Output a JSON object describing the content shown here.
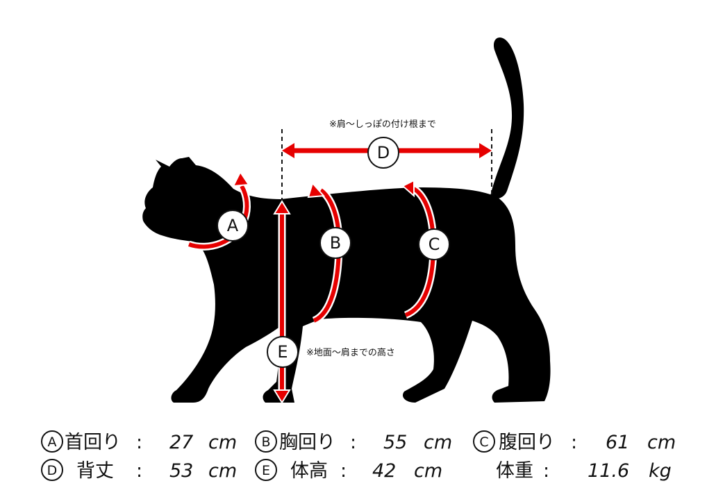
{
  "notes": {
    "d_note": "※肩～しっぽの付け根まで",
    "e_note": "※地面～肩までの高さ"
  },
  "markers": {
    "a": "A",
    "b": "B",
    "c": "C",
    "d": "D",
    "e": "E"
  },
  "legend": [
    {
      "letter": "A",
      "label": "首回り",
      "value": "27",
      "unit": "cm"
    },
    {
      "letter": "B",
      "label": "胸回り",
      "value": "55",
      "unit": "cm"
    },
    {
      "letter": "C",
      "label": "腹回り",
      "value": "61",
      "unit": "cm"
    },
    {
      "letter": "D",
      "label": "背丈",
      "value": "53",
      "unit": "cm"
    },
    {
      "letter": "E",
      "label": "体高",
      "value": "42",
      "unit": "cm"
    },
    {
      "letter": "",
      "label": "体重",
      "value": "11.6",
      "unit": "kg"
    }
  ],
  "colors": {
    "silhouette": "#000000",
    "arrow": "#e60000",
    "marker_fill": "#ffffff",
    "marker_stroke": "#111111"
  }
}
